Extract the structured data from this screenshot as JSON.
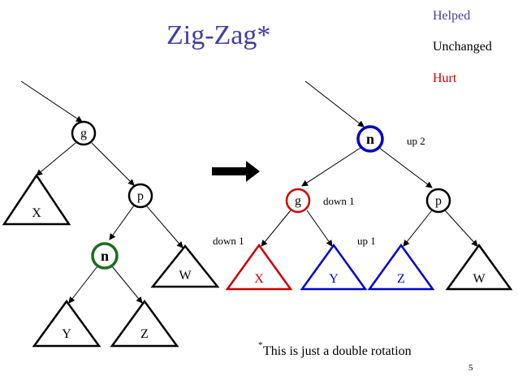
{
  "title": "Zig-Zag*",
  "legend": {
    "helped": "Helped",
    "unchanged": "Unchanged",
    "hurt": "Hurt"
  },
  "colors": {
    "title": "#3f3fa6",
    "helped": "#0000cc",
    "unchanged": "#000000",
    "hurt": "#cc0000",
    "highlight_node": "#1e6b1e"
  },
  "before_tree": {
    "nodes": {
      "g": "g",
      "p": "p",
      "n": "n"
    },
    "subtrees": {
      "x": "X",
      "w": "W",
      "y": "Y",
      "z": "Z"
    }
  },
  "after_tree": {
    "nodes": {
      "n": "n",
      "g": "g",
      "p": "p"
    },
    "subtrees": {
      "x": "X",
      "y": "Y",
      "z": "Z",
      "w": "W"
    },
    "annotations": {
      "up2": "up 2",
      "down1_g": "down 1",
      "down1_x": "down 1",
      "up1_z": "up 1"
    }
  },
  "footnote": {
    "star": "*",
    "text": "This is just a double rotation"
  },
  "page_number": "5"
}
